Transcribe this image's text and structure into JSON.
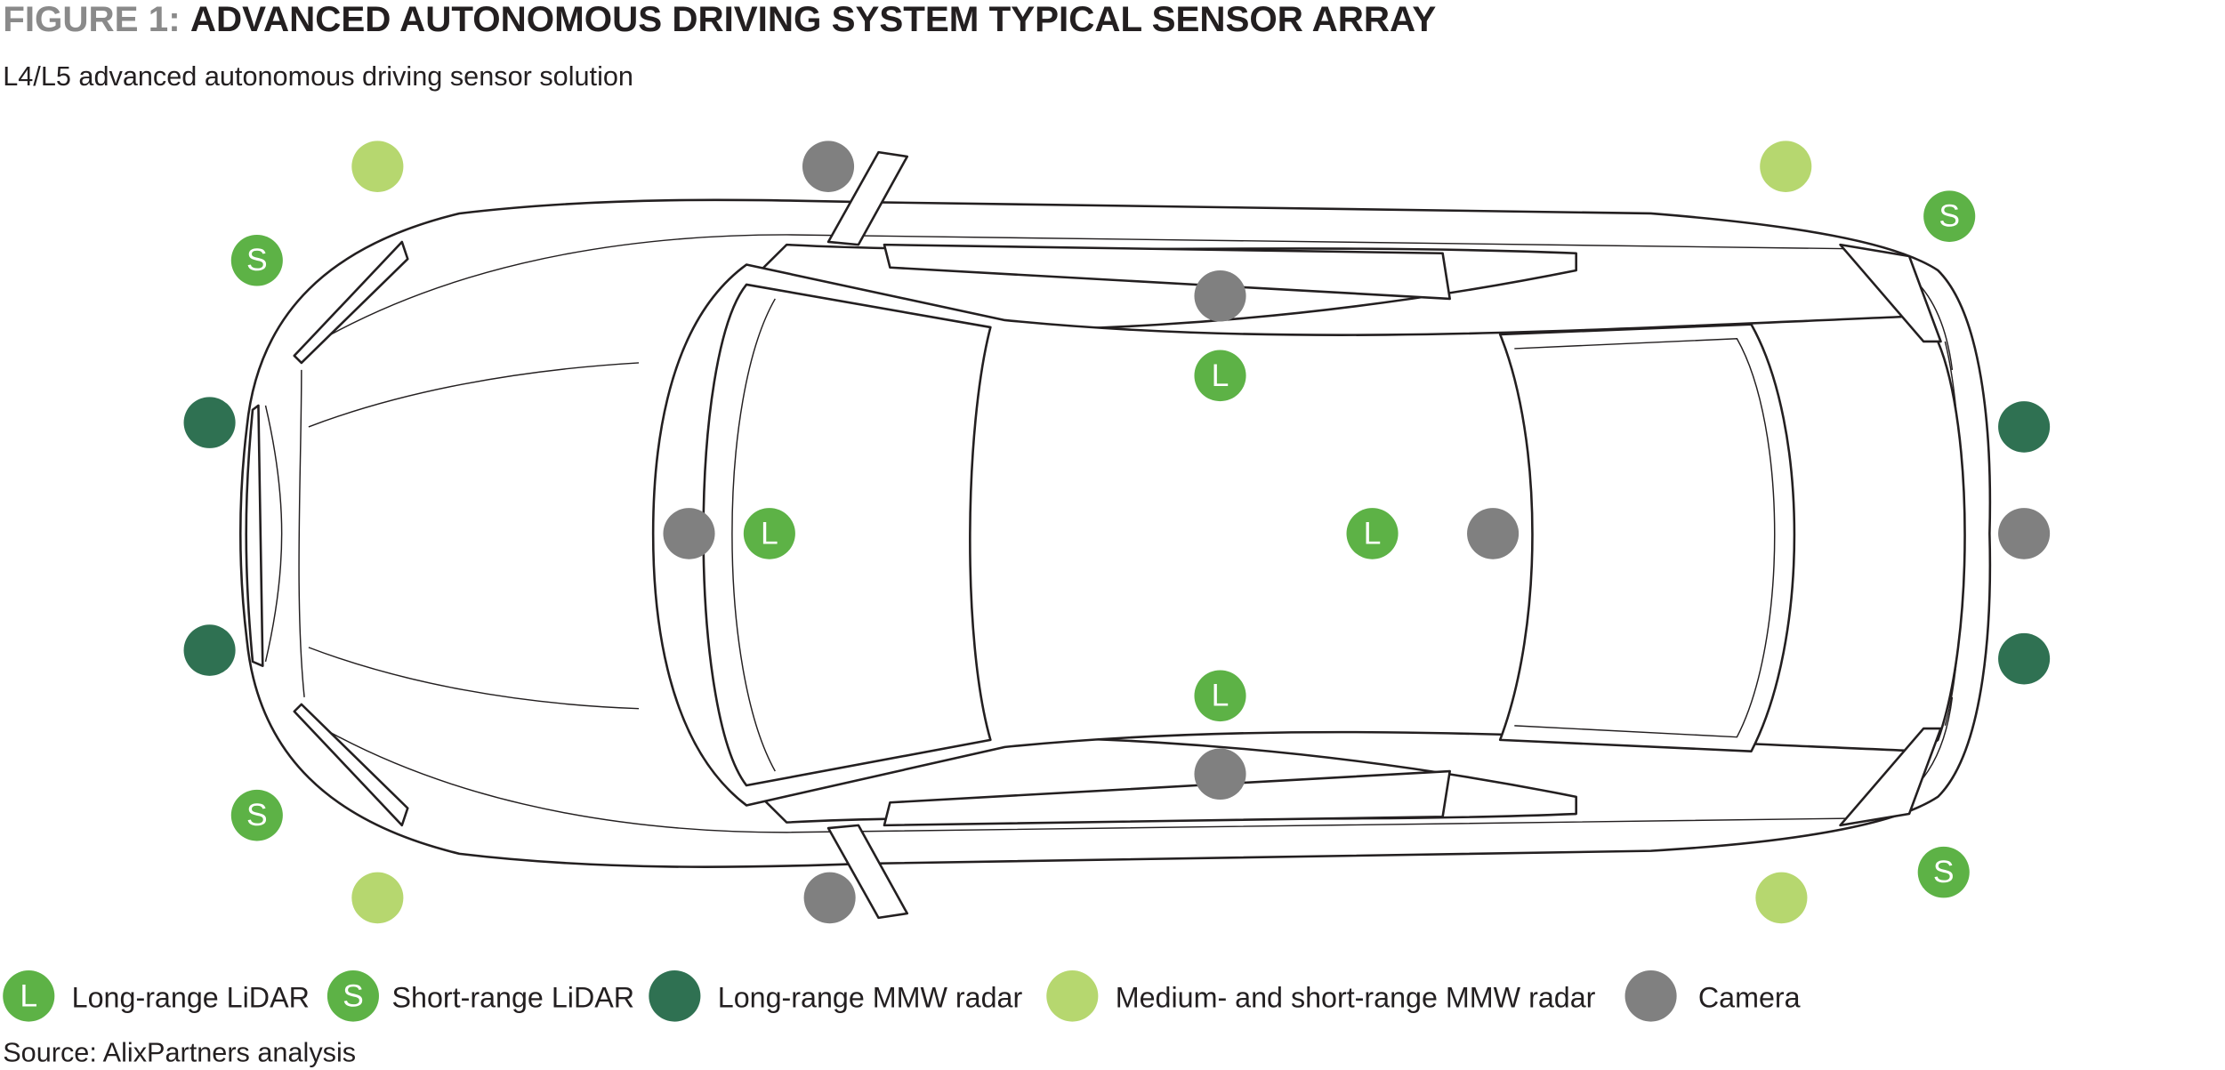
{
  "title": {
    "prefix": "FIGURE 1:",
    "main": "ADVANCED AUTONOMOUS DRIVING SYSTEM TYPICAL SENSOR ARRAY"
  },
  "subtitle": "L4/L5 advanced autonomous driving sensor solution",
  "colors": {
    "long_lidar": "#5db246",
    "short_lidar": "#5db246",
    "long_radar": "#2f7152",
    "mid_radar": "#b6d76f",
    "camera": "#808080",
    "title_prefix": "#8a8a8a"
  },
  "legend": [
    {
      "key": "long_lidar",
      "letter": "L",
      "label": "Long-range LiDAR"
    },
    {
      "key": "short_lidar",
      "letter": "S",
      "label": "Short-range LiDAR"
    },
    {
      "key": "long_radar",
      "letter": "",
      "label": "Long-range MMW radar"
    },
    {
      "key": "mid_radar",
      "letter": "",
      "label": "Medium- and short-range MMW radar"
    },
    {
      "key": "camera",
      "letter": "",
      "label": "Camera"
    }
  ],
  "sensor_letters": {
    "long_lidar": "L",
    "short_lidar": "S"
  },
  "source": "Source: AlixPartners analysis"
}
